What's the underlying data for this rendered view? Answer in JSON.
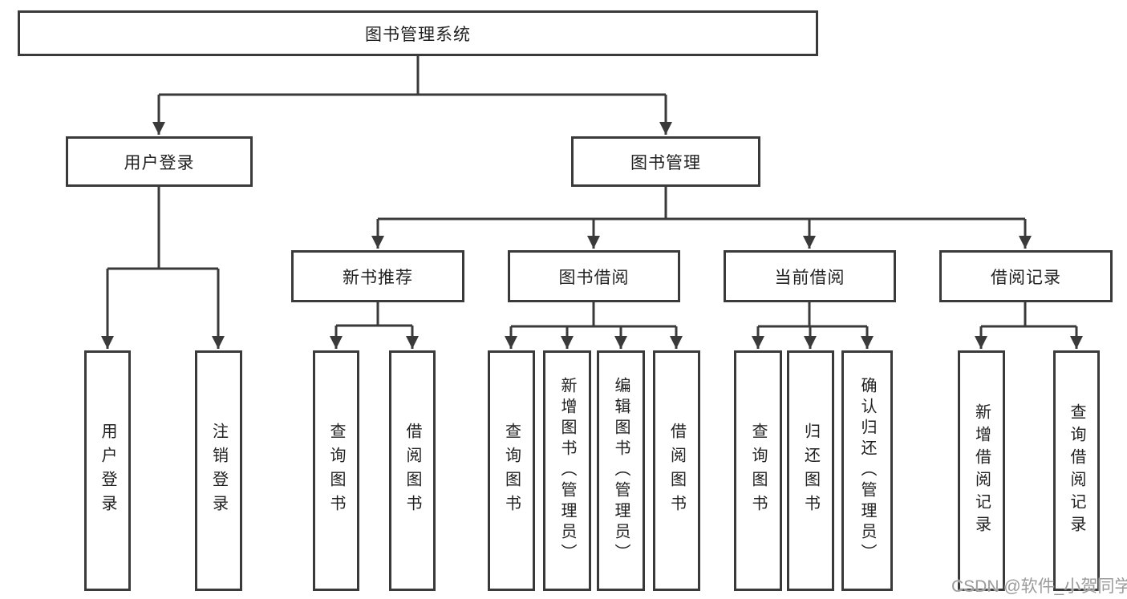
{
  "colors": {
    "line": "#3a3a3a",
    "text": "#212121",
    "box_bg": "#ffffff",
    "background": "#ffffff",
    "watermark": "#9b9b9b"
  },
  "watermark": {
    "text": "CSDN @软件_小贺同学"
  },
  "diagram": {
    "type": "hierarchy",
    "root": {
      "label": "图书管理系统"
    },
    "level2": [
      {
        "label": "用户登录"
      },
      {
        "label": "图书管理"
      }
    ],
    "level3": [
      {
        "label": "新书推荐",
        "parent": "图书管理"
      },
      {
        "label": "图书借阅",
        "parent": "图书管理"
      },
      {
        "label": "当前借阅",
        "parent": "图书管理"
      },
      {
        "label": "借阅记录",
        "parent": "图书管理"
      }
    ],
    "leaves": [
      {
        "label": "用户登录",
        "parent": "用户登录"
      },
      {
        "label": "注销登录",
        "parent": "用户登录"
      },
      {
        "label": "查询图书",
        "parent": "新书推荐"
      },
      {
        "label": "借阅图书",
        "parent": "新书推荐"
      },
      {
        "label": "查询图书",
        "parent": "图书借阅"
      },
      {
        "label": "新增图书（管理员）",
        "parent": "图书借阅"
      },
      {
        "label": "编辑图书（管理员）",
        "parent": "图书借阅"
      },
      {
        "label": "借阅图书",
        "parent": "图书借阅"
      },
      {
        "label": "查询图书",
        "parent": "当前借阅"
      },
      {
        "label": "归还图书",
        "parent": "当前借阅"
      },
      {
        "label": "确认归还（管理员）",
        "parent": "当前借阅"
      },
      {
        "label": "新增借阅记录",
        "parent": "借阅记录"
      },
      {
        "label": "查询借阅记录",
        "parent": "借阅记录"
      }
    ]
  }
}
